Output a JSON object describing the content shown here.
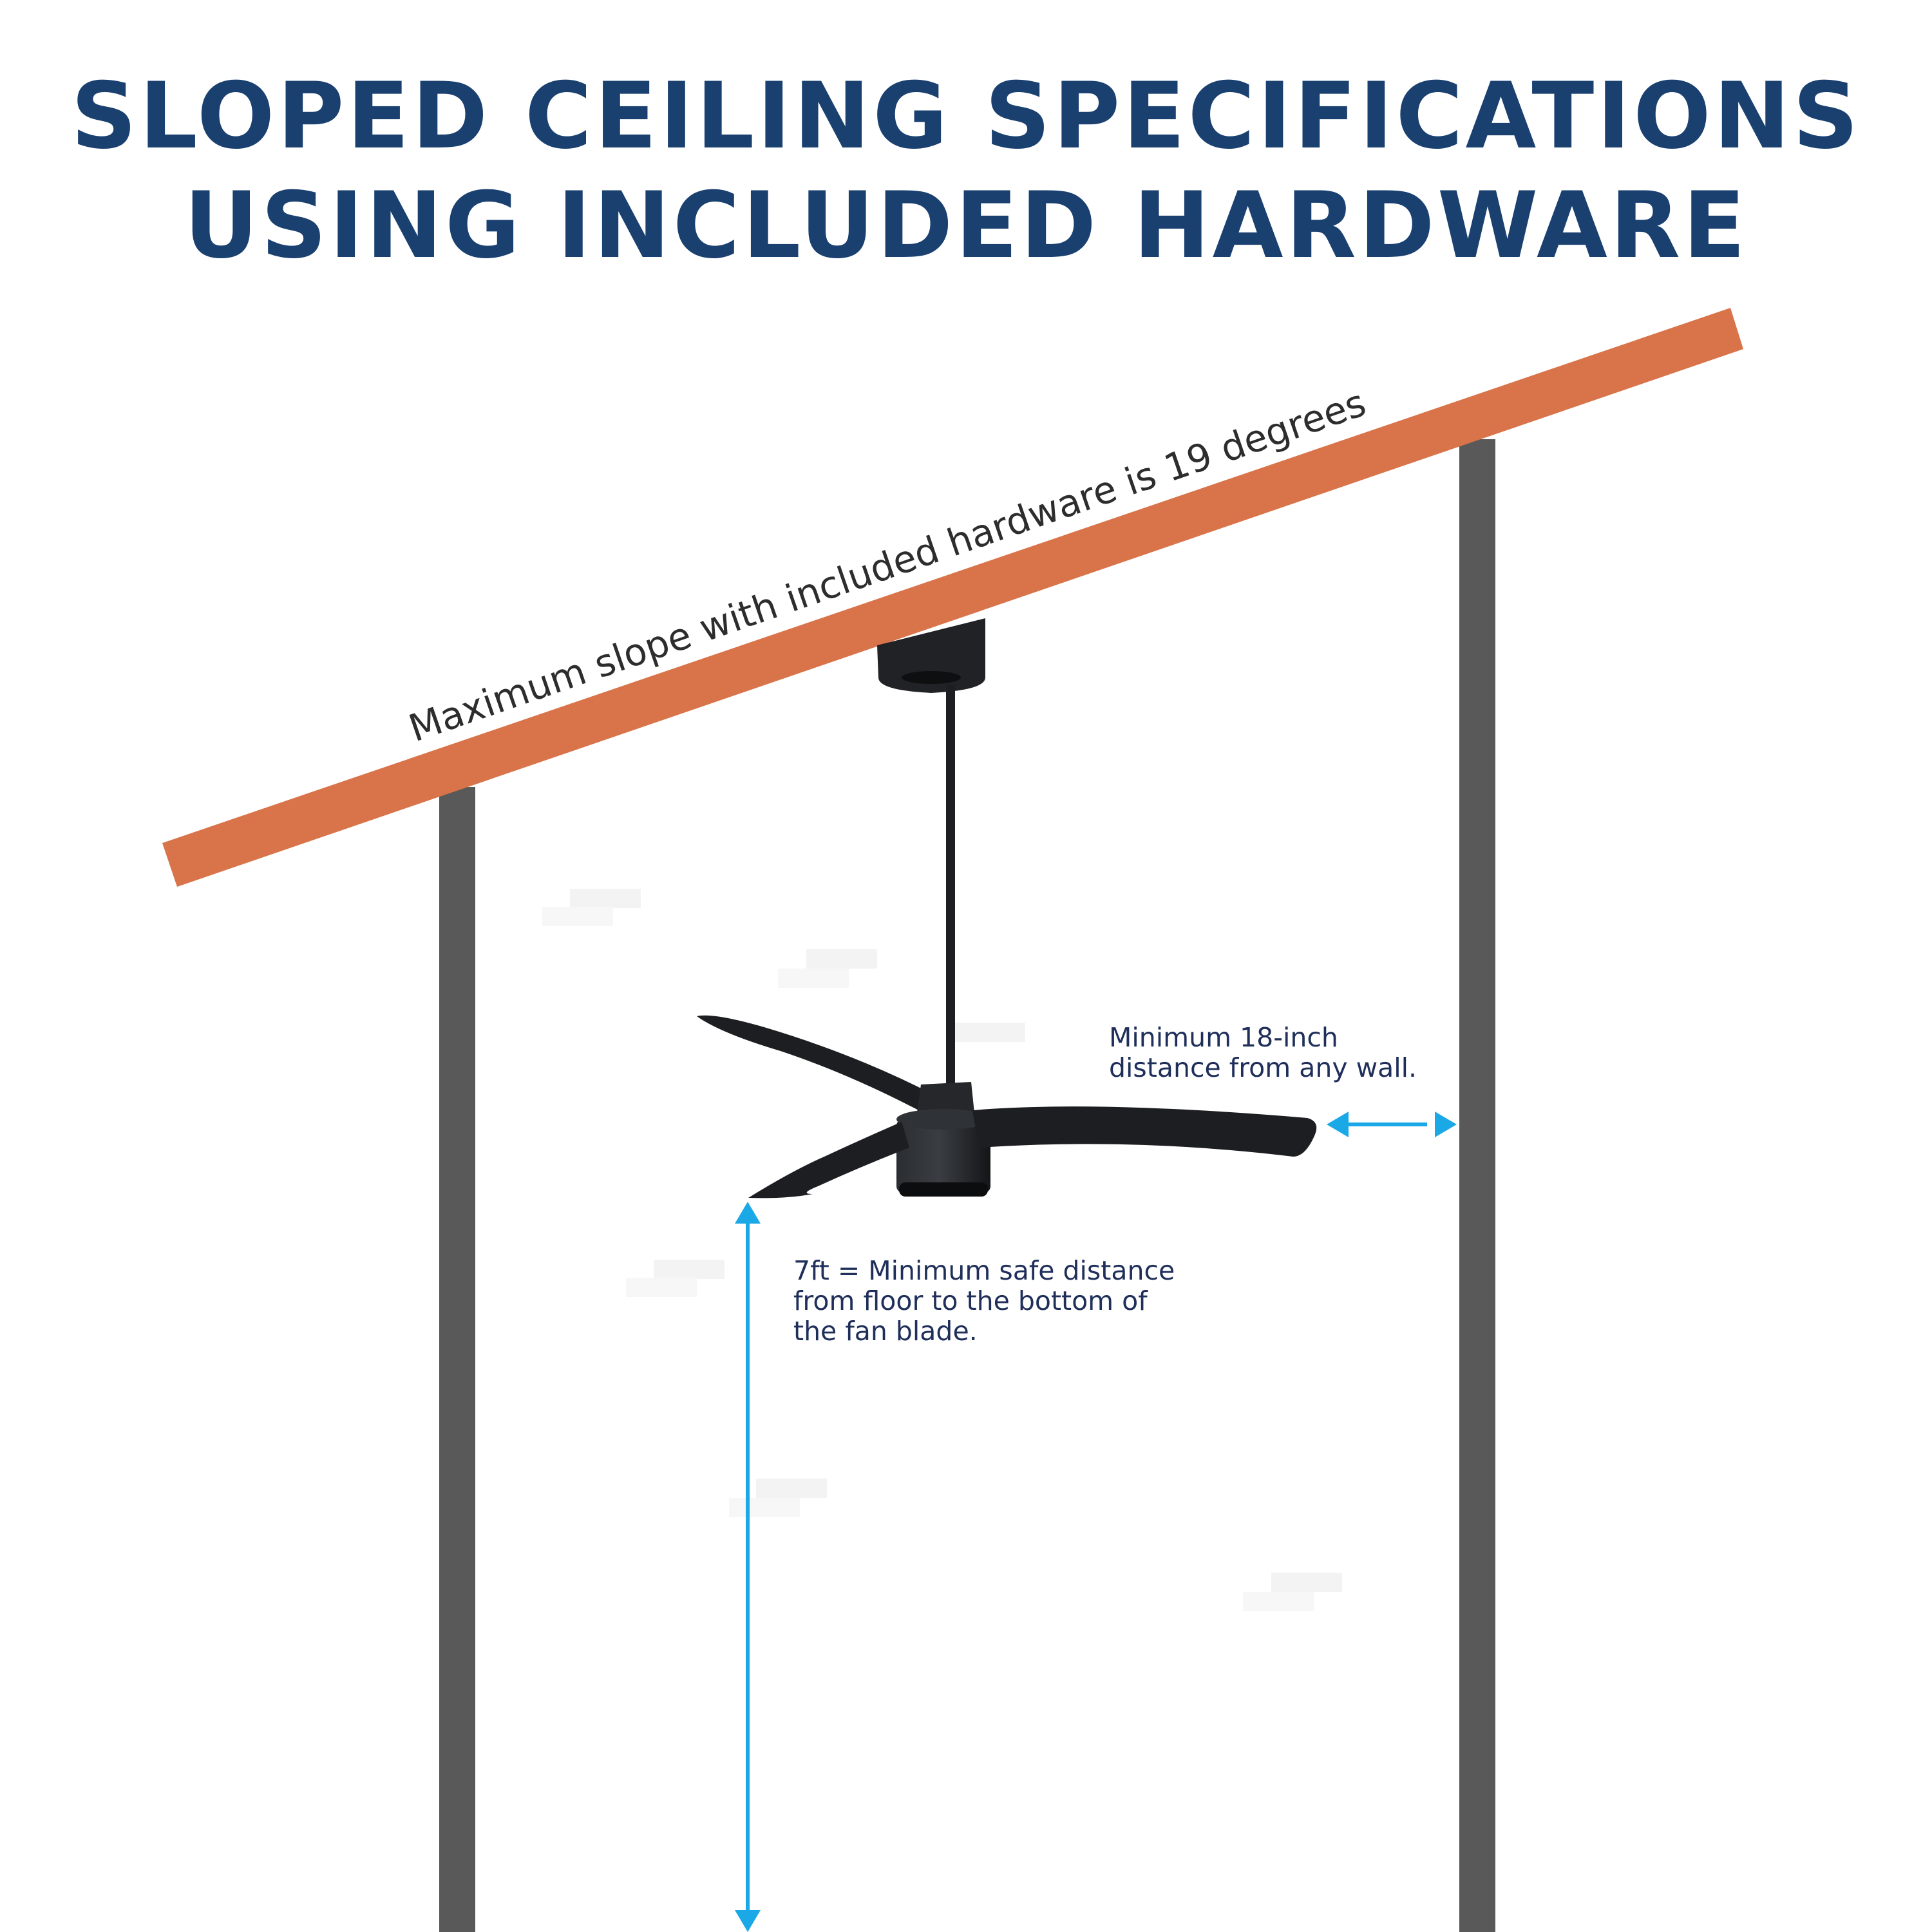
{
  "title": {
    "line1": "SLOPED CEILING SPECIFICATIONS",
    "line2": "USING INCLUDED HARDWARE"
  },
  "slope_label": "Maximum slope with included hardware is 19 degrees",
  "wall_note": {
    "line1": "Minimum 18-inch",
    "line2": "distance from any wall."
  },
  "floor_note": {
    "line1": "7ft = Minimum safe distance",
    "line2": "from floor to the bottom  of",
    "line3": "the fan blade."
  },
  "colors": {
    "title": "#1a4070",
    "ceiling_beam": "#d9744a",
    "walls": "#595959",
    "fan": "#1c1e21",
    "arrows": "#1ba8e6",
    "notes": "#1f2f5a"
  },
  "icons": {
    "ceiling-fan": "three-blade-fan",
    "wall-clearance-arrow": "double-arrow-horizontal",
    "floor-clearance-arrow": "double-arrow-vertical"
  }
}
